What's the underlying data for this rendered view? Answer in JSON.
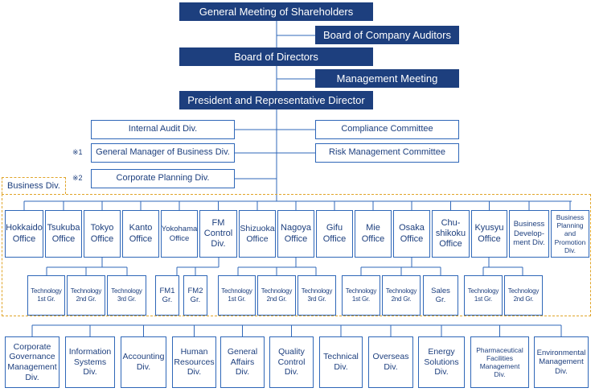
{
  "top": {
    "shareholders": "General Meeting of Shareholders",
    "auditors": "Board of Company Auditors",
    "directors": "Board of Directors",
    "management_meeting": "Management Meeting",
    "president": "President and Representative Director"
  },
  "staff": {
    "internal_audit": "Internal Audit Div.",
    "gm_business": "General Manager of Business Div.",
    "corporate_planning": "Corporate Planning Div.",
    "compliance": "Compliance Committee",
    "risk": "Risk Management Committee",
    "note1": "※1",
    "note2": "※2"
  },
  "business_div_label": "Business Div.",
  "offices": [
    "Hokkaido\nOffice",
    "Tsukuba\nOffice",
    "Tokyo\nOffice",
    "Kanto\nOffice",
    "Yokohama\nOffice",
    "FM\nControl\nDiv.",
    "Shizuoka\nOffice",
    "Nagoya\nOffice",
    "Gifu\nOffice",
    "Mie\nOffice",
    "Osaka\nOffice",
    "Chu-\nshikoku\nOffice",
    "Kyusyu\nOffice",
    "Business\nDevelop-\nment Div.",
    "Business\nPlanning\nand\nPromotion\nDiv."
  ],
  "groups": {
    "tokyo": [
      "Technology\n1st Gr.",
      "Technology\n2nd Gr.",
      "Technology\n3rd Gr."
    ],
    "fm": [
      "FM1\nGr.",
      "FM2\nGr."
    ],
    "nagoya": [
      "Technology\n1st Gr.",
      "Technology\n2nd Gr.",
      "Technology\n3rd Gr."
    ],
    "osaka": [
      "Technology\n1st Gr.",
      "Technology\n2nd Gr.",
      "Sales\nGr."
    ],
    "kyusyu": [
      "Technology\n1st Gr.",
      "Technology\n2nd Gr."
    ]
  },
  "divisions": [
    "Corporate\nGovernance\nManagement\nDiv.",
    "Information\nSystems\nDiv.",
    "Accounting\nDiv.",
    "Human\nResources\nDiv.",
    "General\nAffairs\nDiv.",
    "Quality\nControl\nDiv.",
    "Technical\nDiv.",
    "Overseas\nDiv.",
    "Energy\nSolutions\nDiv.",
    "Pharmaceutical\nFacilities\nManagement\nDiv.",
    "Environmental\nManagement\nDiv."
  ]
}
